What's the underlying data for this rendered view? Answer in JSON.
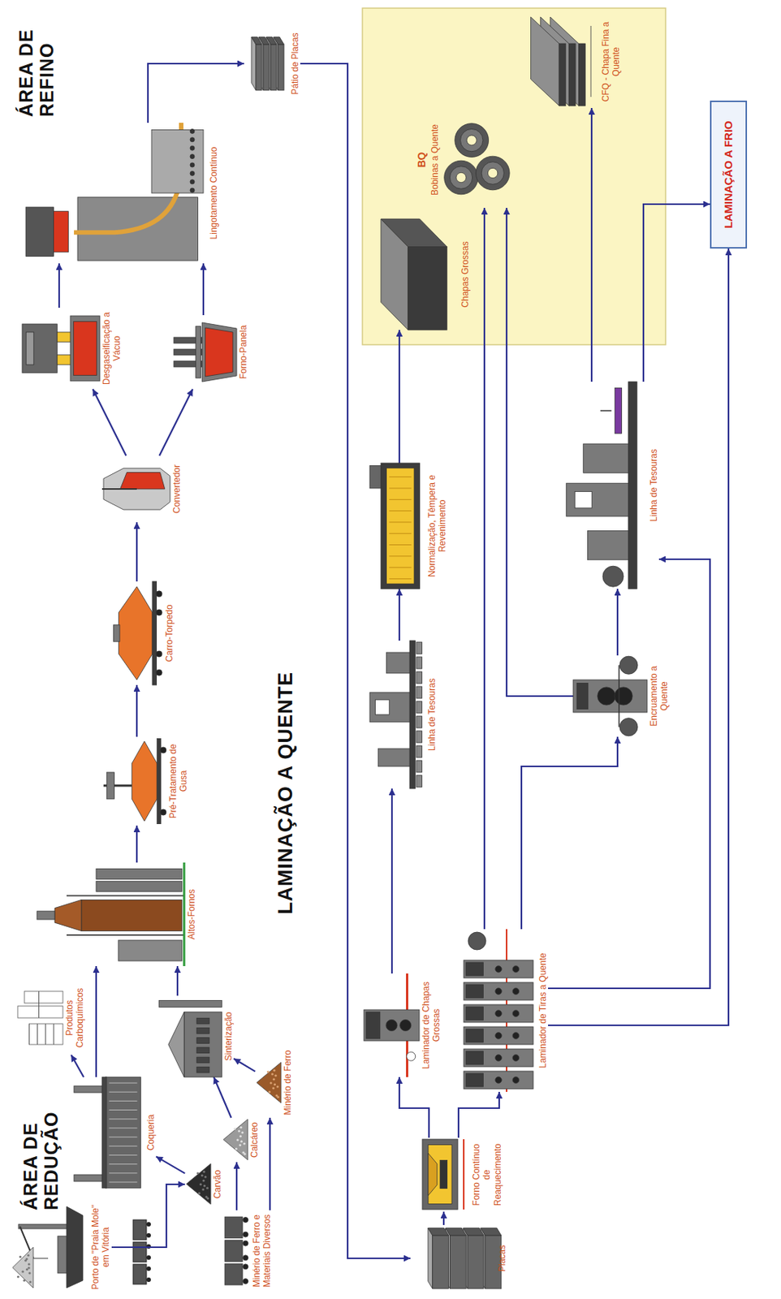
{
  "diagram": {
    "nodes": [
      {
        "text": [
          "Porto de \"Praia Mole\" em Vitória"
        ]
      },
      {
        "text": [
          "Minério de Ferro e Materiais Diversos"
        ]
      },
      {
        "text": [
          "Carvão"
        ]
      },
      {
        "text": [
          "Calcáreo"
        ]
      },
      {
        "text": [
          "Minério de Ferro"
        ]
      },
      {
        "text": [
          "Coqueria"
        ]
      },
      {
        "text": [
          "Produtos Carboquímicos"
        ]
      },
      {
        "text": [
          "Sinterização"
        ]
      },
      {
        "text": [
          "Altos-Fornos"
        ]
      },
      {
        "text": [
          "Pré-Tratamento de Gusa"
        ]
      },
      {
        "text": [
          "Carro-Torpedo"
        ]
      },
      {
        "text": [
          "Convertedor"
        ]
      },
      {
        "text": [
          "Desgaseificação a Vácuo"
        ]
      },
      {
        "text": [
          "Forno-Panela"
        ]
      },
      {
        "text": [
          "Lingotamento Contínuo"
        ]
      },
      {
        "text": [
          "Pátio de Placas"
        ]
      },
      {
        "text": [
          "Placas"
        ]
      },
      {
        "text": [
          "Forno Contínuo de Reaquecimento"
        ]
      },
      {
        "text": [
          "Laminador de Chapas Grossas"
        ]
      },
      {
        "text": [
          "Laminador de Tiras a Quente"
        ]
      },
      {
        "text": [
          "Linha de Tesouras"
        ]
      },
      {
        "text": [
          "Normalização, Têmpera e Revenimento"
        ]
      },
      {
        "text": [
          "Encruamento a Quente"
        ]
      },
      {
        "text": [
          "Linha de Tesouras"
        ]
      },
      {
        "text": [
          "Chapas Grossas"
        ]
      },
      {
        "text": [
          "BQ",
          "Bobinas a Quente"
        ]
      },
      {
        "text": [
          "CFQ - Chapa Fina a Quente"
        ]
      },
      {
        "text": [
          "LAMINAÇÃO A FRIO"
        ]
      }
    ],
    "edges": [
      {
        "from": 0,
        "to": 2,
        "arrow": "to"
      },
      {
        "from": 1,
        "to": 3,
        "arrow": "to"
      },
      {
        "from": 1,
        "to": 4,
        "arrow": "to"
      },
      {
        "from": 2,
        "to": 5,
        "arrow": "to"
      },
      {
        "from": 3,
        "to": 7,
        "arrow": "to"
      },
      {
        "from": 4,
        "to": 7,
        "arrow": "to"
      },
      {
        "from": 5,
        "to": 6,
        "arrow": "to"
      },
      {
        "from": 5,
        "to": 8,
        "arrow": "to"
      },
      {
        "from": 7,
        "to": 8,
        "arrow": "to"
      },
      {
        "from": 8,
        "to": 9,
        "arrow": "to"
      },
      {
        "from": 9,
        "to": 10,
        "arrow": "to"
      },
      {
        "from": 10,
        "to": 11,
        "arrow": "to"
      },
      {
        "from": 11,
        "to": 12,
        "arrow": "to"
      },
      {
        "from": 11,
        "to": 13,
        "arrow": "to"
      },
      {
        "from": 12,
        "to": 14,
        "arrow": "to"
      },
      {
        "from": 13,
        "to": 14,
        "arrow": "to"
      },
      {
        "from": 14,
        "to": 15,
        "arrow": "to"
      },
      {
        "from": 15,
        "to": 16,
        "arrow": "to"
      },
      {
        "from": 16,
        "to": 17,
        "arrow": "to"
      },
      {
        "from": 17,
        "to": 18,
        "arrow": "to"
      },
      {
        "from": 17,
        "to": 19,
        "arrow": "to"
      },
      {
        "from": 18,
        "to": 20,
        "arrow": "to"
      },
      {
        "from": 20,
        "to": 21,
        "arrow": "to"
      },
      {
        "from": 21,
        "to": 24,
        "arrow": "to"
      },
      {
        "from": 19,
        "to": 25,
        "arrow": "to"
      },
      {
        "from": 19,
        "to": 22,
        "arrow": "to"
      },
      {
        "from": 22,
        "to": 25,
        "arrow": "to"
      },
      {
        "from": 22,
        "to": 23,
        "arrow": "to"
      },
      {
        "from": 19,
        "to": 23,
        "arrow": "to"
      },
      {
        "from": 23,
        "to": 26,
        "arrow": "to"
      },
      {
        "from": 19,
        "to": 27,
        "arrow": "to"
      },
      {
        "from": 23,
        "to": 27,
        "arrow": "to"
      }
    ],
    "labels": [
      "ÁREA DE REDUÇÃO",
      "ÁREA DE REFINO",
      "LAMINAÇÃO A QUENTE"
    ]
  }
}
